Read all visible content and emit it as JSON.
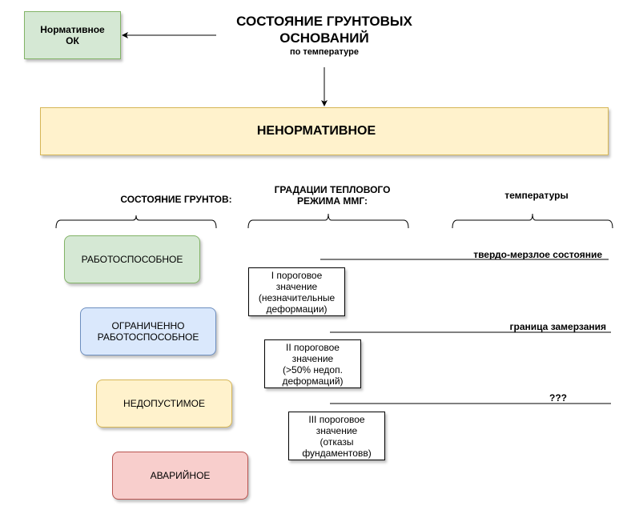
{
  "title": {
    "line1": "СОСТОЯНИЕ ГРУНТОВЫХ",
    "line2": "ОСНОВАНИЙ",
    "subtitle": "по температуре"
  },
  "normative_box": {
    "line1": "Нормативное",
    "line2": "ОК",
    "fill": "#d5e8d4",
    "stroke": "#82b366"
  },
  "non_normative_box": {
    "label": "НЕНОРМАТИВНОЕ",
    "fill": "#fff2cc",
    "stroke": "#d6b656"
  },
  "headers": {
    "soil_state": "СОСТОЯНИЕ ГРУНТОВ:",
    "gradations_line1": "ГРАДАЦИИ  ТЕПЛОВОГО",
    "gradations_line2": "РЕЖИМА ММГ:",
    "temperatures": "температуры"
  },
  "states": [
    {
      "label": "РАБОТОСПОСОБНОЕ",
      "fill": "#d5e8d4",
      "stroke": "#82b366"
    },
    {
      "label1": "ОГРАНИЧЕННО",
      "label2": "РАБОТОСПОСОБНОЕ",
      "fill": "#dae8fc",
      "stroke": "#6c8ebf"
    },
    {
      "label": "НЕДОПУСТИМОЕ",
      "fill": "#fff2cc",
      "stroke": "#d6b656"
    },
    {
      "label": "АВАРИЙНОЕ",
      "fill": "#f8cecc",
      "stroke": "#b85450"
    }
  ],
  "thresholds": [
    {
      "l1": "I пороговое",
      "l2": "значение",
      "l3": "(незначительные",
      "l4": "деформации)"
    },
    {
      "l1": "II пороговое",
      "l2": "значение",
      "l3": "(>50% недоп.",
      "l4": "деформаций)"
    },
    {
      "l1": "III пороговое",
      "l2": "значение",
      "l3": "(отказы",
      "l4": "фундаментовв)"
    }
  ],
  "temperature_lines": [
    "твердо-мерзлое состояние",
    "граница замерзания",
    "???"
  ]
}
